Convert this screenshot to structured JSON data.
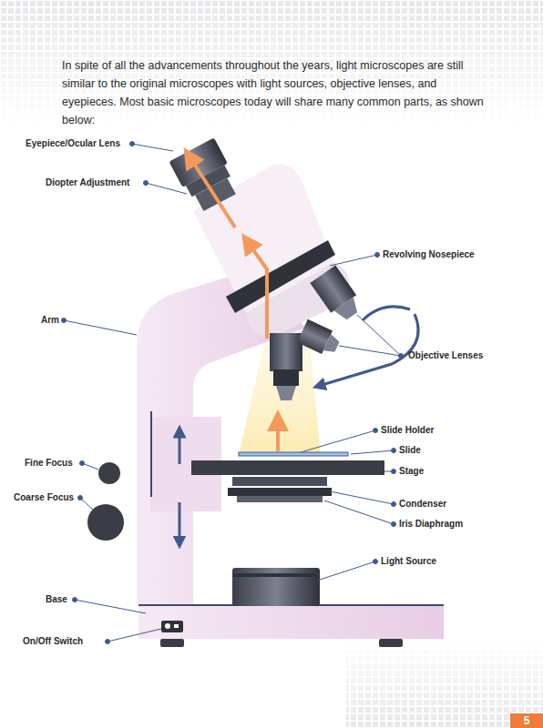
{
  "diagram": {
    "labels": [
      "In spite of all the advancements throughout the years, light microscopes are still similar to the original microscopes with light sources, objective lenses, and eyepieces. Most basic microscopes today will share many common parts, as shown below:",
      "Eyepiece/Ocular Lens",
      "Diopter Adjustment",
      "Revolving Nosepiece",
      "Arm",
      "Objective Lenses",
      "Slide Holder",
      "Slide",
      "Stage",
      "Fine Focus",
      "Condenser",
      "Coarse Focus",
      "Iris Diaphragm",
      "Light Source",
      "Base",
      "On/Off Switch",
      "5"
    ]
  }
}
